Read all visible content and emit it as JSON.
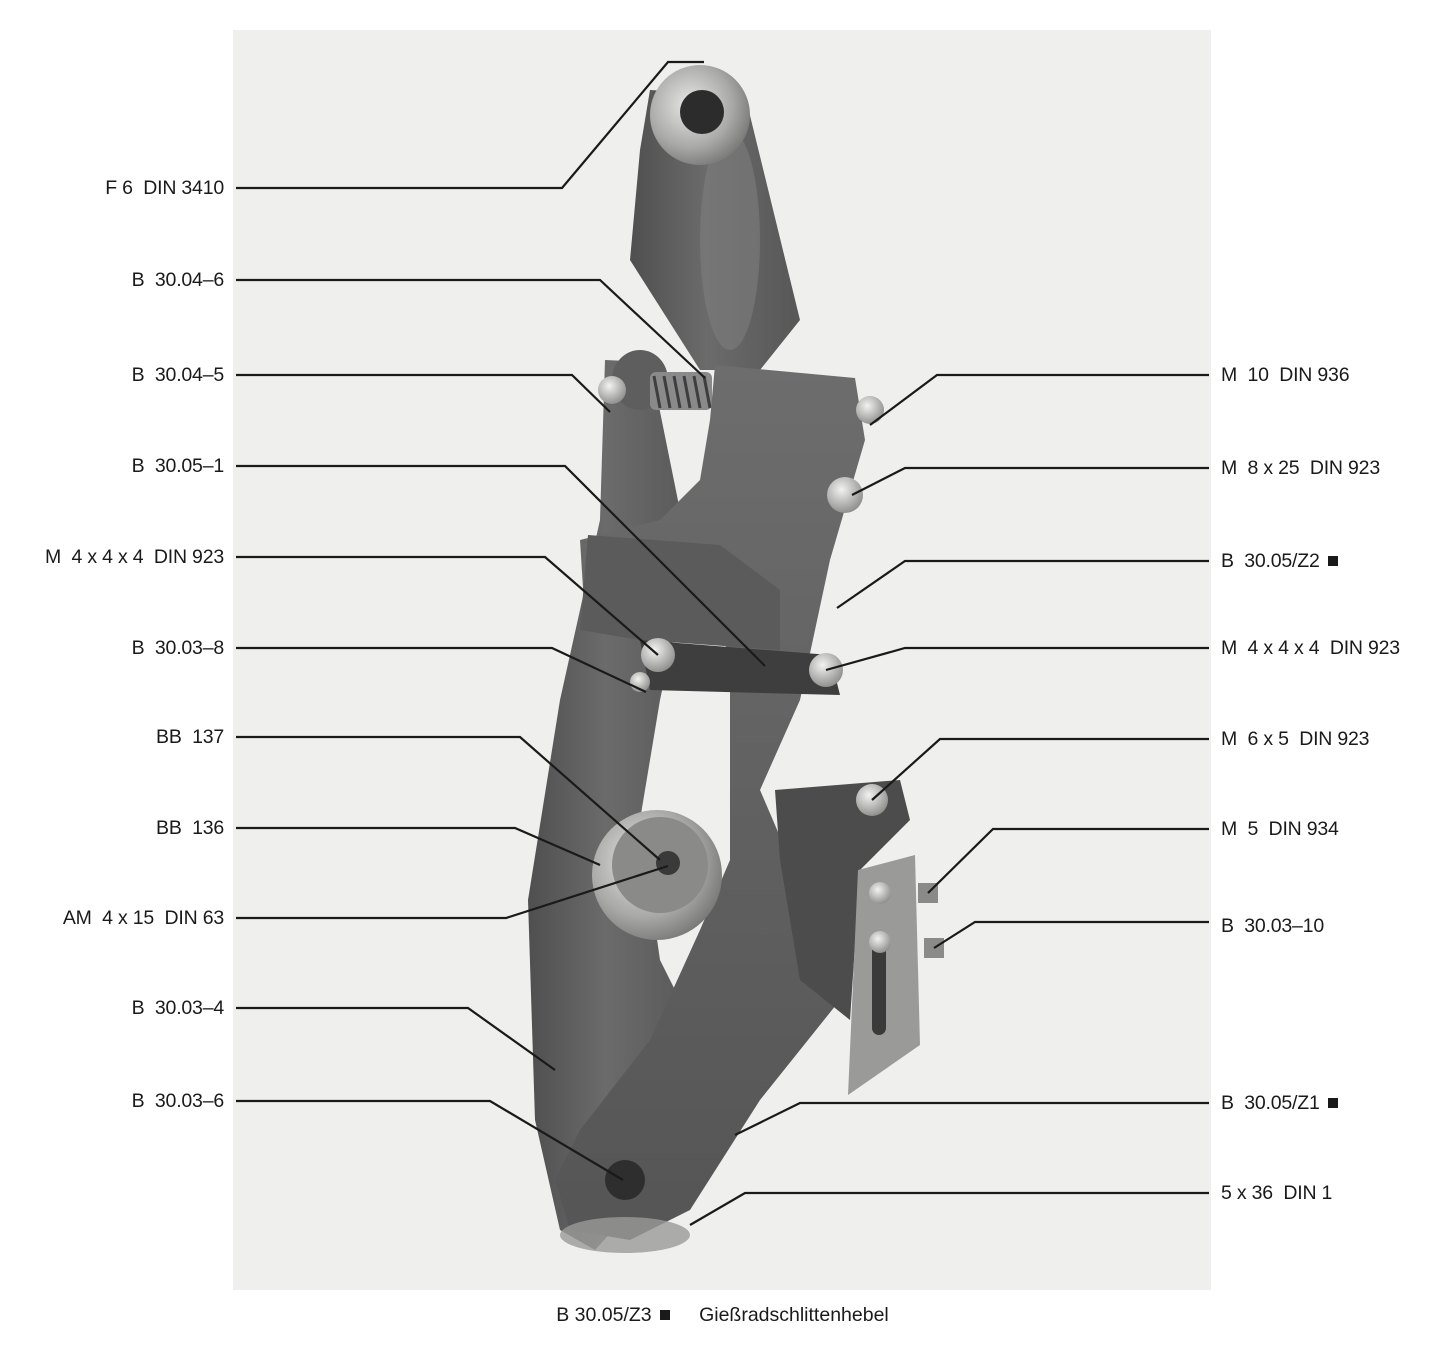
{
  "labels_left": [
    {
      "id": "f6-din-3410",
      "text": "F 6  DIN 3410"
    },
    {
      "id": "b30-04-6",
      "text": "B  30.04–6"
    },
    {
      "id": "b30-04-5",
      "text": "B  30.04–5"
    },
    {
      "id": "b30-05-1",
      "text": "B  30.05–1"
    },
    {
      "id": "m4x4x4-din923-left",
      "text": "M  4 x 4 x 4  DIN 923"
    },
    {
      "id": "b30-03-8",
      "text": "B  30.03–8"
    },
    {
      "id": "bb137",
      "text": "BB  137"
    },
    {
      "id": "bb136",
      "text": "BB  136"
    },
    {
      "id": "am4x15-din63",
      "text": "AM  4 x 15  DIN 63"
    },
    {
      "id": "b30-03-4",
      "text": "B  30.03–4"
    },
    {
      "id": "b30-03-6",
      "text": "B  30.03–6"
    }
  ],
  "labels_right": [
    {
      "id": "m10-din936",
      "text": "M  10  DIN 936",
      "square": false
    },
    {
      "id": "m8x25-din923",
      "text": "M  8 x 25  DIN 923",
      "square": false
    },
    {
      "id": "b30-05-z2",
      "text": "B  30.05/Z2",
      "square": true
    },
    {
      "id": "m4x4x4-din923-right",
      "text": "M  4 x 4 x 4  DIN 923",
      "square": false
    },
    {
      "id": "m6x5-din923",
      "text": "M  6 x 5  DIN 923",
      "square": false
    },
    {
      "id": "m5-din934",
      "text": "M  5  DIN 934",
      "square": false
    },
    {
      "id": "b30-03-10",
      "text": "B  30.03–10",
      "square": false
    },
    {
      "id": "b30-05-z1",
      "text": "B  30.05/Z1",
      "square": true
    },
    {
      "id": "5x36-din1",
      "text": "5 x 36  DIN 1",
      "square": false
    }
  ],
  "caption": {
    "code": "B  30.05/Z3",
    "title": "Gießradschlittenhebel"
  },
  "colors": {
    "background_photo": "#efefed",
    "metal_dark": "#5a5a5a",
    "metal_mid": "#7a7a7a",
    "metal_light": "#b8b8b6",
    "leader_line": "#1a1a1a"
  }
}
